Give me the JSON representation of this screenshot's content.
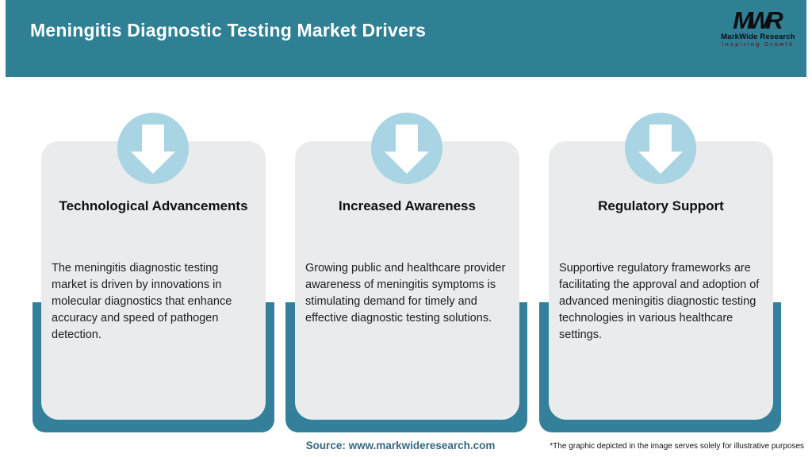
{
  "header": {
    "title": "Meningitis Diagnostic Testing Market Drivers",
    "logo": {
      "monogram": "MWR",
      "name": "MarkWide Research",
      "tagline": "Inspiring Growth"
    }
  },
  "cards": [
    {
      "title": "Technological Advancements",
      "body": "The meningitis diagnostic testing market is driven by innovations in molecular diagnostics that enhance accuracy and speed of pathogen detection.",
      "icon": "down-arrow-icon"
    },
    {
      "title": "Increased Awareness",
      "body": "Growing public and healthcare provider awareness of meningitis symptoms is stimulating demand for timely and effective diagnostic testing solutions.",
      "icon": "down-arrow-icon"
    },
    {
      "title": "Regulatory Support",
      "body": "Supportive regulatory frameworks are facilitating the approval and adoption of advanced meningitis diagnostic testing technologies in various healthcare settings.",
      "icon": "down-arrow-icon"
    }
  ],
  "footer": {
    "source": "Source: www.markwideresearch.com",
    "disclaimer": "*The graphic depicted in the image serves solely for illustrative purposes"
  },
  "colors": {
    "header_teal": "#2F8095",
    "shadow_teal": "#34809A",
    "card_bg": "#E9EBEC",
    "circle_blue": "#A9D4E3",
    "arrow_white": "#FFFFFF",
    "title_text": "#FFFFFF",
    "heading_text": "#101010",
    "body_text": "#202020",
    "source_text": "#35697F",
    "tagline_text": "#5A262C"
  }
}
